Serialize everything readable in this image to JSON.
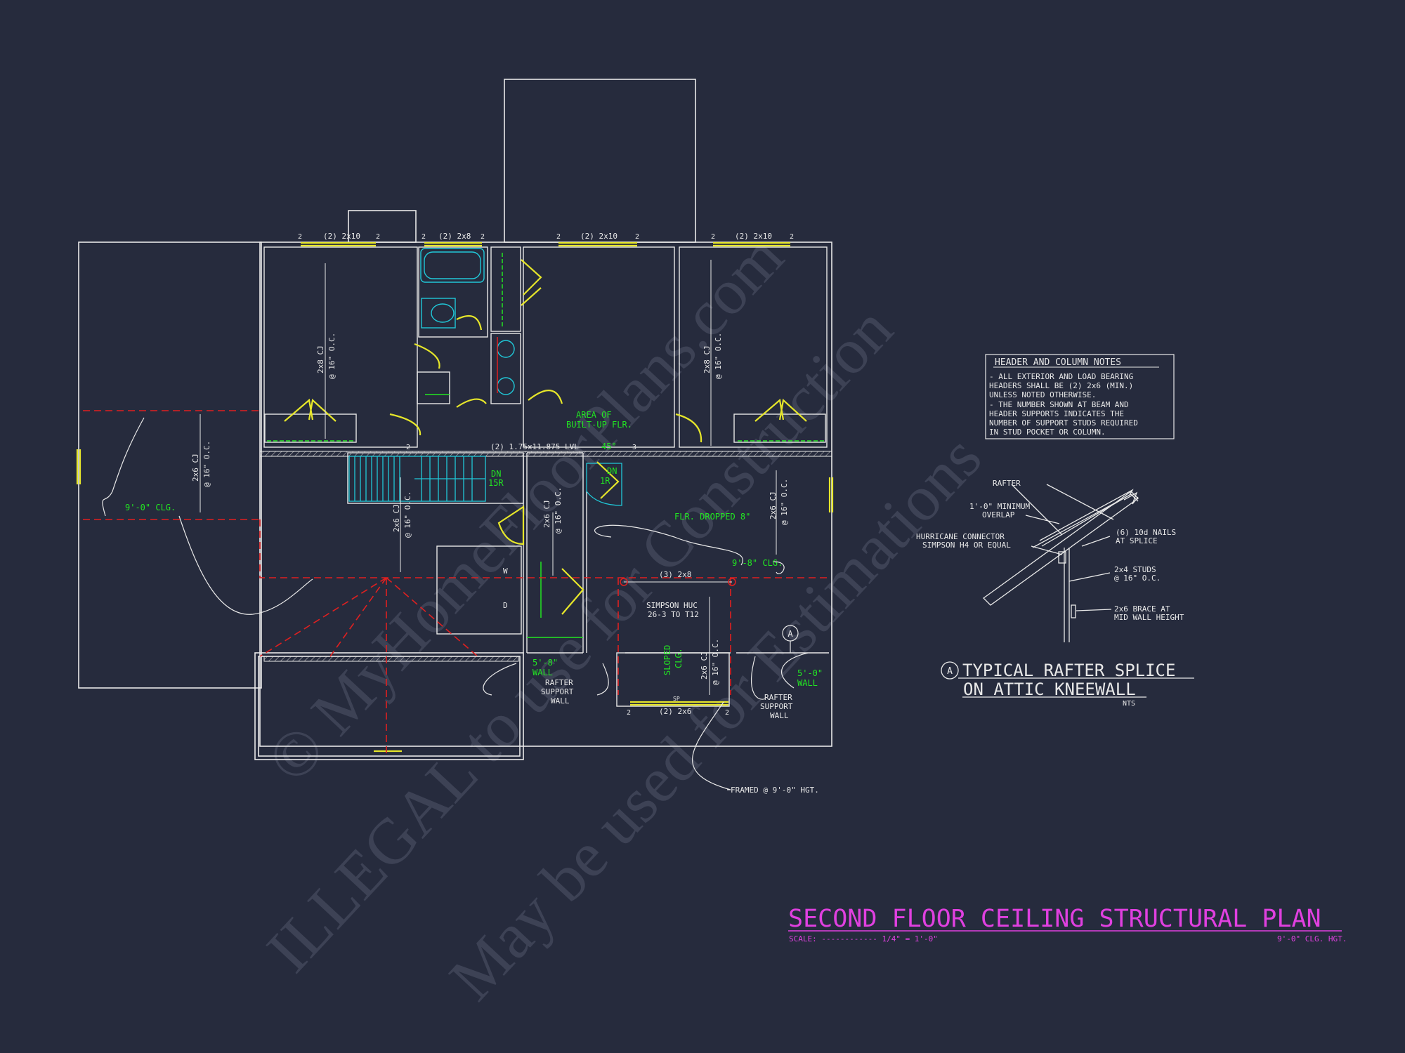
{
  "title": {
    "main": "SECOND FLOOR CEILING STRUCTURAL PLAN",
    "scale_label": "SCALE: ------------ 1/4\" = 1'-0\"",
    "height_label": "9'-0\" CLG. HGT.",
    "color": "#e040e0"
  },
  "header_notes": {
    "heading": "HEADER AND COLUMN NOTES",
    "lines": [
      "- ALL EXTERIOR AND LOAD BEARING",
      "HEADERS SHALL BE (2) 2x6 (MIN.)",
      "UNLESS NOTED OTHERWISE.",
      "- THE NUMBER SHOWN AT BEAM AND",
      "HEADER SUPPORTS INDICATES THE",
      "NUMBER OF SUPPORT STUDS REQUIRED",
      "IN STUD POCKET OR COLUMN."
    ]
  },
  "detail": {
    "marker": "A",
    "title_line1": "TYPICAL RAFTER SPLICE",
    "title_line2": "ON ATTIC KNEEWALL",
    "nts": "NTS",
    "labels": {
      "rafter": "RAFTER",
      "overlap1": "1'-0\" MINIMUM",
      "overlap2": "OVERLAP",
      "hurricane1": "HURRICANE CONNECTOR",
      "hurricane2": "SIMPSON H4 OR EQUAL",
      "nails1": "(6) 10d NAILS",
      "nails2": "AT SPLICE",
      "studs1": "2x4 STUDS",
      "studs2": "@ 16\" O.C.",
      "brace1": "2x6 BRACE AT",
      "brace2": "MID WALL HEIGHT"
    }
  },
  "plan": {
    "headers": {
      "h1": "(2) 2x10",
      "h2": "(2) 2x8",
      "h3": "(2) 2x10",
      "h4": "(2) 2x10",
      "h5": "(2) 2x6",
      "lvl": "(2) 1.75x11.875 LVL",
      "beam": "(3) 2x8"
    },
    "stud_counts": {
      "two": "2",
      "three": "3"
    },
    "joists": {
      "cj_2x8": "2x8 CJ",
      "cj_2x6": "2x6 CJ",
      "oc16": "@ 16\" O.C."
    },
    "labels": {
      "clg_9_0": "9'-0\" CLG.",
      "clg_9_8": "9'-8\" CLG.",
      "area_builtup_1": "AREA OF",
      "area_builtup_2": "BUILT-UP FLR.",
      "flr_dropped": "FLR. DROPPED 8\"",
      "dn": "DN",
      "dn_15r": "15R",
      "dn_1r": "1R",
      "angle": "45°",
      "sloped_1": "SLOPED",
      "sloped_2": "CLG.",
      "wall_5_8": "5'-8\"",
      "wall_word": "WALL",
      "wall_5_0": "5'-0\"",
      "rafter_support_1": "RAFTER",
      "rafter_support_2": "SUPPORT",
      "rafter_support_3": "WALL",
      "simpson_1": "SIMPSON HUC",
      "simpson_2": "26-3 TO T12",
      "framed": "FRAMED @ 9'-0\" HGT.",
      "section_marker": "A",
      "appliance_w": "W",
      "appliance_d": "D",
      "sp": "SP"
    }
  },
  "watermark": {
    "line1": "© MyHomeFloorPlans.com",
    "line2": "ILLEGAL to use for Construction",
    "line3": "May be used for Estimations"
  },
  "colors": {
    "background": "#262b3d",
    "linework": "#e8e8e8",
    "green": "#22e622",
    "yellow": "#e6e62a",
    "cyan": "#20c8d8",
    "red_dashed": "#e02020",
    "magenta": "#e040e0"
  }
}
